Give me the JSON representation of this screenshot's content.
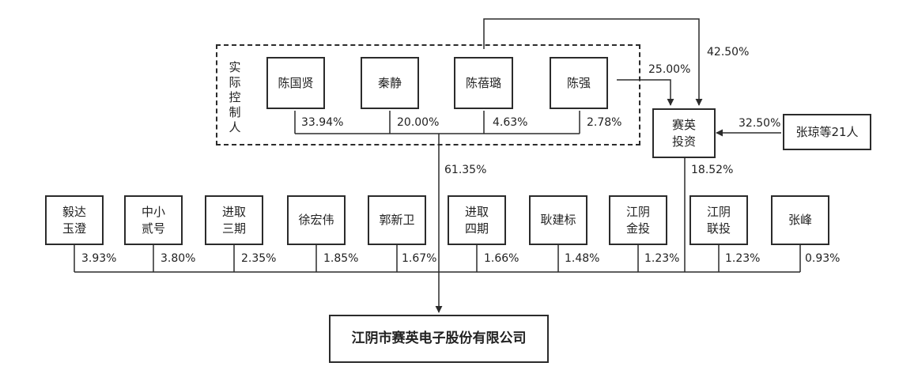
{
  "colors": {
    "line": "#2b2b2b",
    "text": "#222222",
    "background": "#ffffff"
  },
  "controller_group_label": "实\n际\n控\n制\n人",
  "controllers": [
    {
      "name": "陈国贤",
      "pct": "33.94%"
    },
    {
      "name": "秦静",
      "pct": "20.00%"
    },
    {
      "name": "陈蓓璐",
      "pct": "4.63%"
    },
    {
      "name": "陈强",
      "pct": "2.78%"
    }
  ],
  "controllers_total_pct": "61.35%",
  "saiying": {
    "name": "赛英\n投资",
    "in_chen_qiang_pct": "25.00%",
    "in_chen_beilu_pct": "42.50%",
    "in_zhang_pct": "32.50%",
    "out_pct": "18.52%"
  },
  "zhang_group": {
    "name": "张琼等21人"
  },
  "shareholders": [
    {
      "name": "毅达\n玉澄",
      "pct": "3.93%"
    },
    {
      "name": "中小\n贰号",
      "pct": "3.80%"
    },
    {
      "name": "进取\n三期",
      "pct": "2.35%"
    },
    {
      "name": "徐宏伟",
      "pct": "1.85%"
    },
    {
      "name": "郭新卫",
      "pct": "1.67%"
    },
    {
      "name": "进取\n四期",
      "pct": "1.66%"
    },
    {
      "name": "耿建标",
      "pct": "1.48%"
    },
    {
      "name": "江阴\n金投",
      "pct": "1.23%"
    },
    {
      "name": "江阴\n联投",
      "pct": "1.23%"
    },
    {
      "name": "张峰",
      "pct": "0.93%"
    }
  ],
  "company": {
    "name": "江阴市赛英电子股份有限公司"
  }
}
